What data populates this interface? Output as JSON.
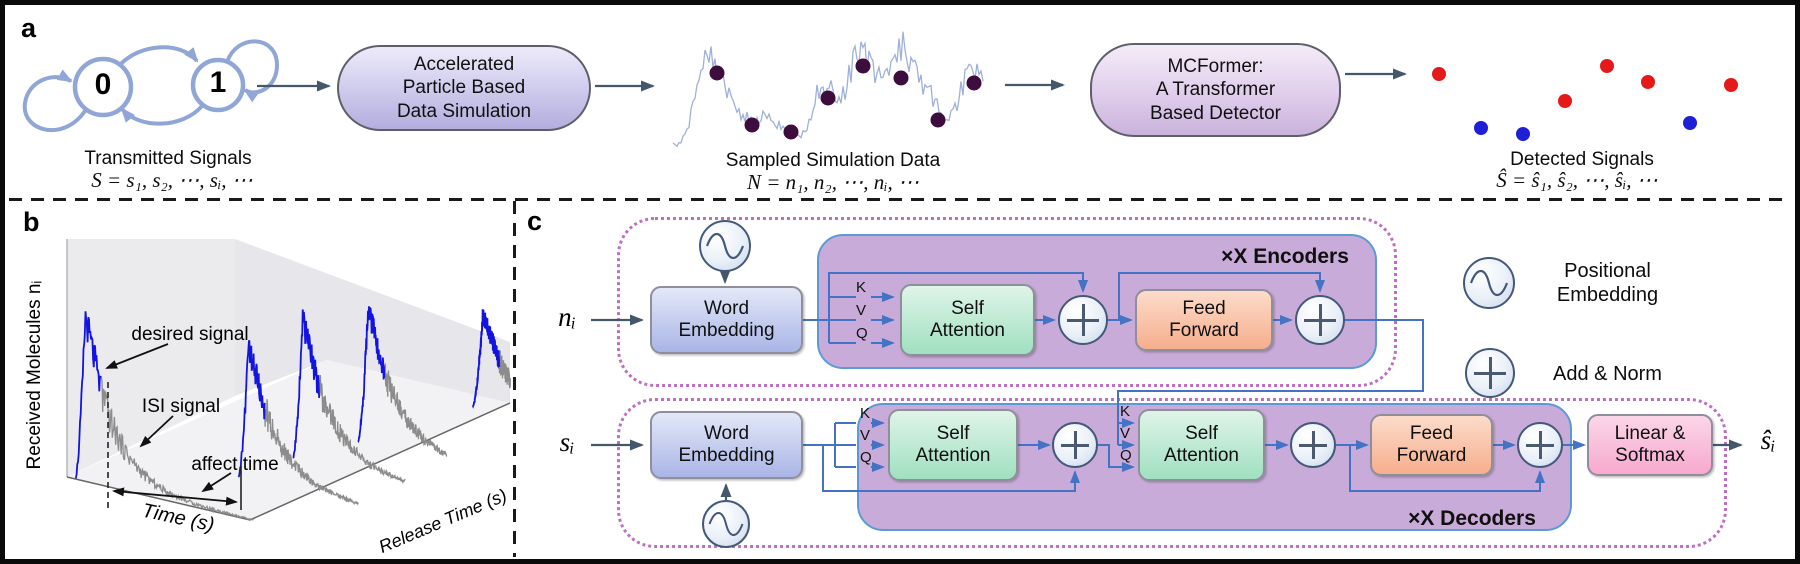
{
  "panel_a": {
    "label": "a",
    "machine": {
      "state0": "0",
      "state1": "1"
    },
    "transmitted": {
      "title": "Transmitted Signals",
      "formula": "S = s₁, s₂, ⋯, sᵢ, ⋯"
    },
    "sim_box": {
      "lines": [
        "Accelerated",
        "Particle Based",
        "Data Simulation"
      ]
    },
    "sampled": {
      "title": "Sampled Simulation Data",
      "formula": "N = n₁, n₂, ⋯, nᵢ, ⋯"
    },
    "detector_box": {
      "lines": [
        "MCFormer:",
        "A Transformer",
        "Based Detector"
      ]
    },
    "detected": {
      "title": "Detected Signals",
      "formula": "Ŝ = ŝ₁, ŝ₂, ⋯, ŝᵢ, ⋯"
    },
    "sample_dots": [
      [
        712,
        68
      ],
      [
        747,
        120
      ],
      [
        786,
        127
      ],
      [
        823,
        93
      ],
      [
        858,
        61
      ],
      [
        896,
        73
      ],
      [
        933,
        115
      ],
      [
        969,
        78
      ]
    ],
    "detected_dots": {
      "red": [
        [
          1434,
          69
        ],
        [
          1560,
          96
        ],
        [
          1602,
          61
        ],
        [
          1643,
          77
        ],
        [
          1726,
          80
        ]
      ],
      "blue": [
        [
          1476,
          123
        ],
        [
          1518,
          129
        ],
        [
          1685,
          118
        ]
      ]
    },
    "signal_envelope": [
      [
        668,
        140
      ],
      [
        676,
        137
      ],
      [
        684,
        120
      ],
      [
        690,
        85
      ],
      [
        696,
        55
      ],
      [
        701,
        42
      ],
      [
        707,
        52
      ],
      [
        713,
        68
      ],
      [
        719,
        82
      ],
      [
        726,
        97
      ],
      [
        734,
        107
      ],
      [
        742,
        113
      ],
      [
        750,
        118
      ],
      [
        757,
        113
      ],
      [
        763,
        107
      ],
      [
        769,
        116
      ],
      [
        777,
        121
      ],
      [
        785,
        127
      ],
      [
        793,
        131
      ],
      [
        800,
        129
      ],
      [
        805,
        112
      ],
      [
        810,
        92
      ],
      [
        816,
        79
      ],
      [
        822,
        90
      ],
      [
        828,
        83
      ],
      [
        834,
        95
      ],
      [
        840,
        84
      ],
      [
        846,
        66
      ],
      [
        852,
        52
      ],
      [
        857,
        45
      ],
      [
        863,
        58
      ],
      [
        869,
        67
      ],
      [
        875,
        73
      ],
      [
        881,
        65
      ],
      [
        887,
        57
      ],
      [
        893,
        47
      ],
      [
        899,
        41
      ],
      [
        905,
        54
      ],
      [
        911,
        67
      ],
      [
        917,
        77
      ],
      [
        924,
        87
      ],
      [
        930,
        98
      ],
      [
        936,
        109
      ],
      [
        942,
        117
      ],
      [
        948,
        109
      ],
      [
        954,
        95
      ],
      [
        959,
        74
      ],
      [
        963,
        58
      ],
      [
        967,
        65
      ],
      [
        971,
        73
      ],
      [
        975,
        69
      ],
      [
        978,
        75
      ]
    ]
  },
  "panel_b": {
    "label": "b",
    "ylabel": "Received Molecules nᵢ",
    "xlabel": "Time (s)",
    "zlabel": "Release Time (s)",
    "annotations": {
      "desired": "desired signal",
      "isi": "ISI signal",
      "affect": "affect time"
    },
    "series": [
      {
        "p": [
          62,
          472
        ],
        "f": 0.1,
        "h": 165,
        "end": 1.02
      },
      {
        "p": [
          119,
          446
        ],
        "f": 0.68,
        "h": 135,
        "end": 1.28
      },
      {
        "p": [
          166,
          425
        ],
        "f": 0.72,
        "h": 140,
        "end": 1.28
      },
      {
        "p": [
          213,
          404
        ],
        "f": 0.82,
        "h": 135,
        "end": 1.25
      },
      {
        "p": [
          304,
          363
        ],
        "f": 0.95,
        "h": 95,
        "end": 1.1
      }
    ]
  },
  "panel_c": {
    "label": "c",
    "ports": [
      "K",
      "V",
      "Q"
    ],
    "encoder": {
      "multiplier": "×X Encoders",
      "input": "nᵢ",
      "word_embedding": "Word Embedding",
      "self_attention": "Self Attention",
      "feed_forward": "Feed Forward"
    },
    "decoder": {
      "multiplier": "×X Decoders",
      "input": "sᵢ",
      "output": "ŝᵢ",
      "word_embedding": "Word Embedding",
      "self_attention_1": "Self Attention",
      "self_attention_2": "Self Attention",
      "feed_forward": "Feed Forward",
      "linear_softmax": "Linear & Softmax"
    },
    "legend": {
      "positional": "Positional Embedding",
      "add_norm": "Add & Norm"
    }
  },
  "colors": {
    "purple_block": "#c9abd9",
    "dotted_border": "#bf6fbf",
    "blue_line": "#4472c4",
    "dark_arrow": "#44576b",
    "state_blue": "#8fa6d6",
    "signal": "#9fb1da",
    "sample_dot": "#3d0d3d",
    "red_dot": "#e41a1a",
    "blue_dot": "#1f1fd8",
    "desired_blue": "#1414e0",
    "isi_gray": "#8c8c8c"
  }
}
